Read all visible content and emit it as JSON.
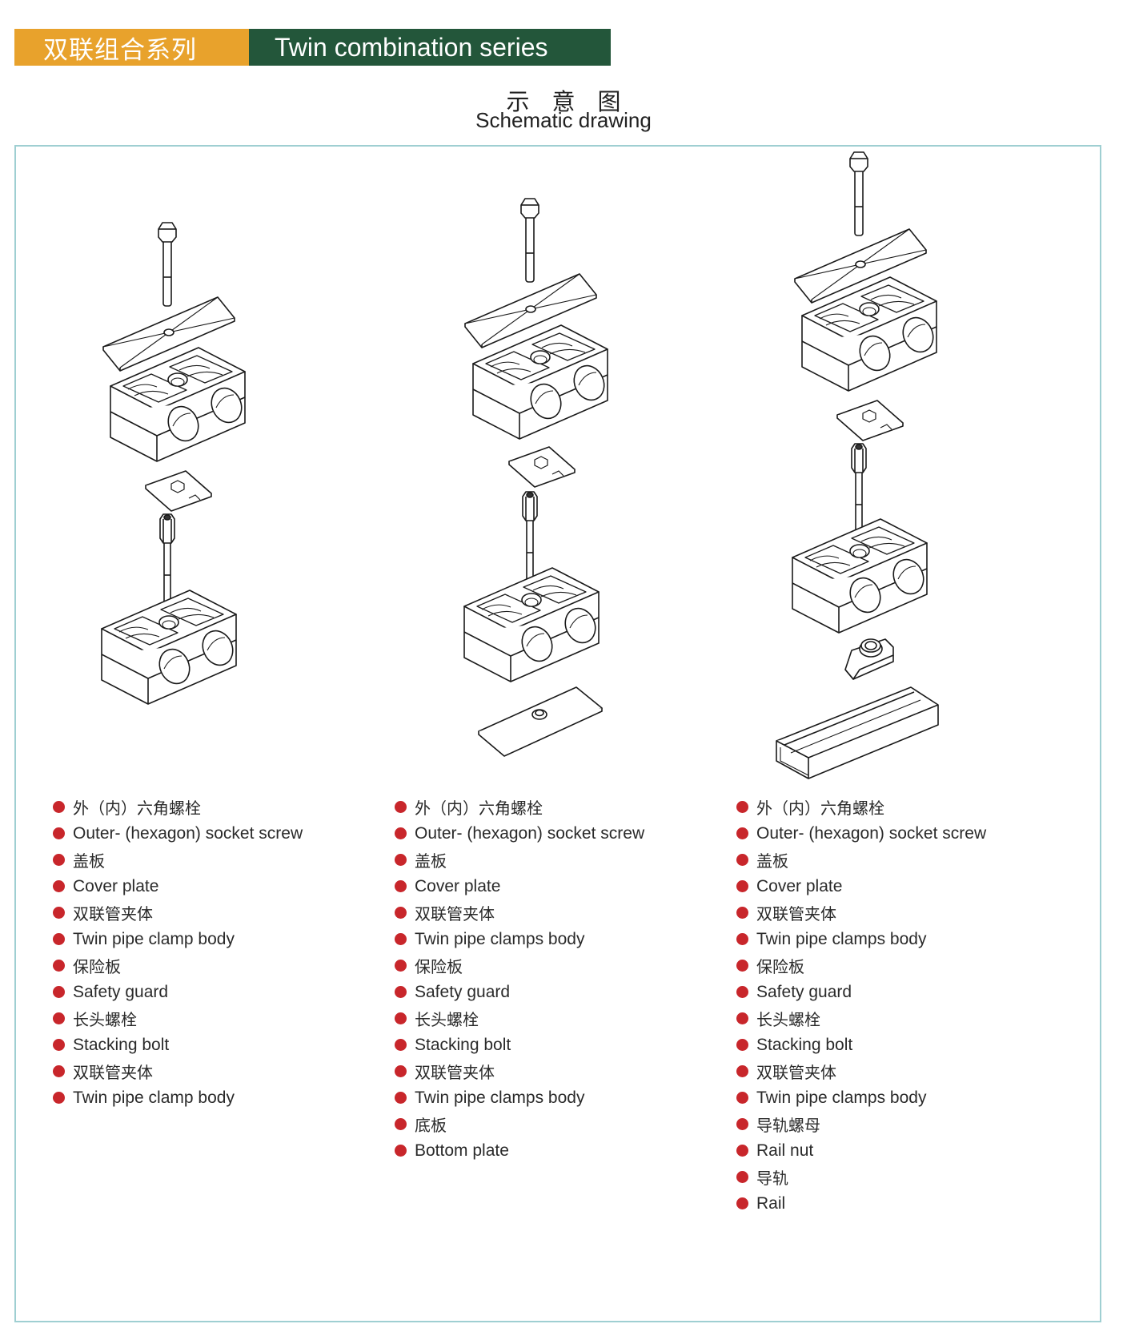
{
  "banner": {
    "title_cn": "双联组合系列",
    "title_en": "Twin combination series",
    "colors": {
      "cn_bg": "#e8a22c",
      "en_bg": "#23563a"
    }
  },
  "heading": {
    "cn": "示意图",
    "en": "Schematic drawing"
  },
  "bullet_color": "#c8262b",
  "columns": [
    {
      "parts": [
        {
          "cn": "外（内）六角螺栓",
          "en": "Outer- (hexagon) socket screw"
        },
        {
          "cn": "盖板",
          "en": "Cover plate"
        },
        {
          "cn": "双联管夹体",
          "en": "Twin pipe clamp body"
        },
        {
          "cn": "保险板",
          "en": "Safety guard"
        },
        {
          "cn": "长头螺栓",
          "en": "Stacking bolt"
        },
        {
          "cn": "双联管夹体",
          "en": "Twin pipe clamp body"
        }
      ]
    },
    {
      "parts": [
        {
          "cn": "外（内）六角螺栓",
          "en": "Outer- (hexagon) socket screw"
        },
        {
          "cn": "盖板",
          "en": "Cover plate"
        },
        {
          "cn": "双联管夹体",
          "en": "Twin pipe clamps body"
        },
        {
          "cn": "保险板",
          "en": "Safety guard"
        },
        {
          "cn": "长头螺栓",
          "en": "Stacking bolt"
        },
        {
          "cn": "双联管夹体",
          "en": "Twin pipe clamps body"
        },
        {
          "cn": "底板",
          "en": "Bottom plate"
        }
      ]
    },
    {
      "parts": [
        {
          "cn": "外（内）六角螺栓",
          "en": "Outer- (hexagon) socket screw"
        },
        {
          "cn": "盖板",
          "en": "Cover plate"
        },
        {
          "cn": "双联管夹体",
          "en": "Twin pipe clamps body"
        },
        {
          "cn": "保险板",
          "en": "Safety guard"
        },
        {
          "cn": "长头螺栓",
          "en": "Stacking bolt"
        },
        {
          "cn": "双联管夹体",
          "en": "Twin pipe clamps body"
        },
        {
          "cn": "导轨螺母",
          "en": "Rail nut"
        },
        {
          "cn": "导轨",
          "en": "Rail"
        }
      ]
    }
  ]
}
